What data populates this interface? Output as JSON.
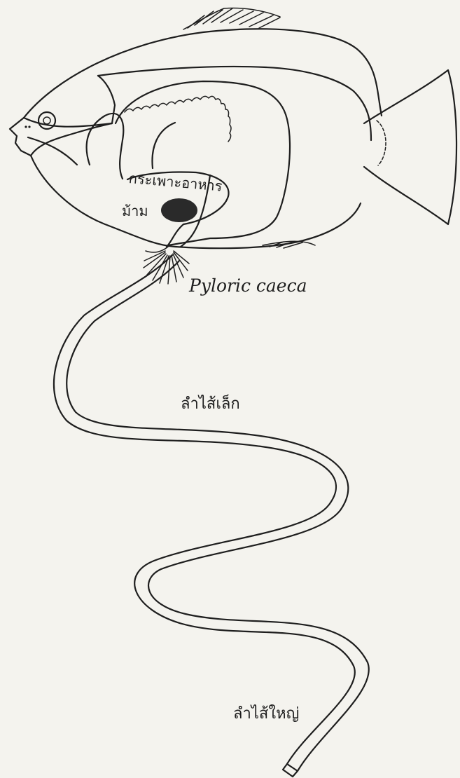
{
  "labels": {
    "stomach": "กระเพาะอาหาร",
    "spleen": "ม้าม",
    "pyloric_caeca": "Pyloric caeca",
    "small_intestine": "ลำไส้เล็ก",
    "large_intestine": "ลำไส้ใหญ่"
  }
}
